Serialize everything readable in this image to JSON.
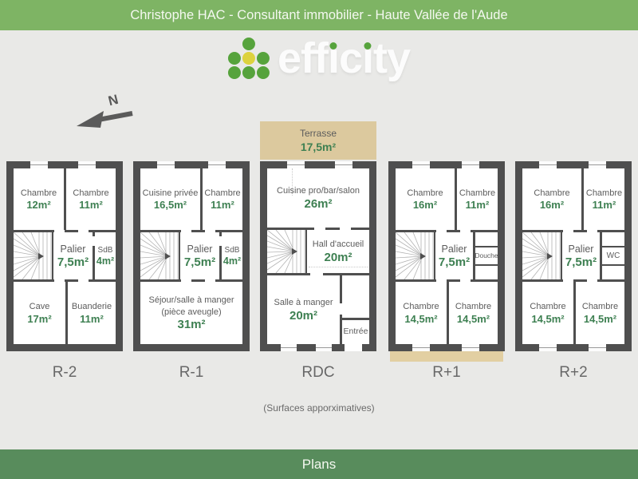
{
  "header": {
    "title": "Christophe HAC - Consultant immobilier - Haute Vallée de l'Aude"
  },
  "footer": {
    "title": "Plans"
  },
  "logo": {
    "name": "efficity",
    "parts": {
      "p1": "eff",
      "i1": "ı",
      "c": "c",
      "i2": "ı",
      "p2": "ty"
    },
    "colors": {
      "dot_green": "#56a33c",
      "dot_yellow": "#ddd23e",
      "text": "#fcfcfc"
    }
  },
  "compass": {
    "label": "N"
  },
  "terrace": {
    "name": "Terrasse",
    "area": "17,5m²"
  },
  "note": "(Surfaces apporximatives)",
  "colors": {
    "header_green": "#7eb464",
    "footer_green": "#588c5c",
    "wall_gray": "#4f4f4f",
    "area_green": "#3e8052",
    "terrace_tan": "#dcc99e",
    "background": "#e9e9e7"
  },
  "plans": [
    {
      "label": "R-2",
      "rooms": {
        "tl": {
          "name": "Chambre",
          "area": "12m²"
        },
        "tr": {
          "name": "Chambre",
          "area": "11m²"
        },
        "palier": {
          "name": "Palier",
          "area": "7,5m²"
        },
        "side": {
          "name": "SdB",
          "area": "4m²"
        },
        "bl": {
          "name": "Cave",
          "area": "17m²"
        },
        "br": {
          "name": "Buanderie",
          "area": "11m²"
        }
      }
    },
    {
      "label": "R-1",
      "rooms": {
        "tl": {
          "name": "Cuisine privée",
          "area": "16,5m²"
        },
        "tr": {
          "name": "Chambre",
          "area": "11m²"
        },
        "palier": {
          "name": "Palier",
          "area": "7,5m²"
        },
        "side": {
          "name": "SdB",
          "area": "4m²"
        },
        "bottom": {
          "name": "Séjour/salle à manger",
          "name2": "(pièce aveugle)",
          "area": "31m²"
        }
      }
    },
    {
      "label": "RDC",
      "rooms": {
        "top": {
          "name": "Cuisine pro/bar/salon",
          "area": "26m²"
        },
        "hall": {
          "name": "Hall d'accueil",
          "area": "20m²"
        },
        "bottom": {
          "name": "Salle à manger",
          "area": "20m²"
        },
        "entree": {
          "name": "Entrée"
        }
      }
    },
    {
      "label": "R+1",
      "rooms": {
        "tl": {
          "name": "Chambre",
          "area": "16m²"
        },
        "tr": {
          "name": "Chambre",
          "area": "11m²"
        },
        "palier": {
          "name": "Palier",
          "area": "7,5m²"
        },
        "side": {
          "name": "Douche"
        },
        "bl": {
          "name": "Chambre",
          "area": "14,5m²"
        },
        "br": {
          "name": "Chambre",
          "area": "14,5m²"
        }
      }
    },
    {
      "label": "R+2",
      "rooms": {
        "tl": {
          "name": "Chambre",
          "area": "16m²"
        },
        "tr": {
          "name": "Chambre",
          "area": "11m²"
        },
        "palier": {
          "name": "Palier",
          "area": "7,5m²"
        },
        "side": {
          "name": "WC"
        },
        "bl": {
          "name": "Chambre",
          "area": "14,5m²"
        },
        "br": {
          "name": "Chambre",
          "area": "14,5m²"
        }
      }
    }
  ]
}
